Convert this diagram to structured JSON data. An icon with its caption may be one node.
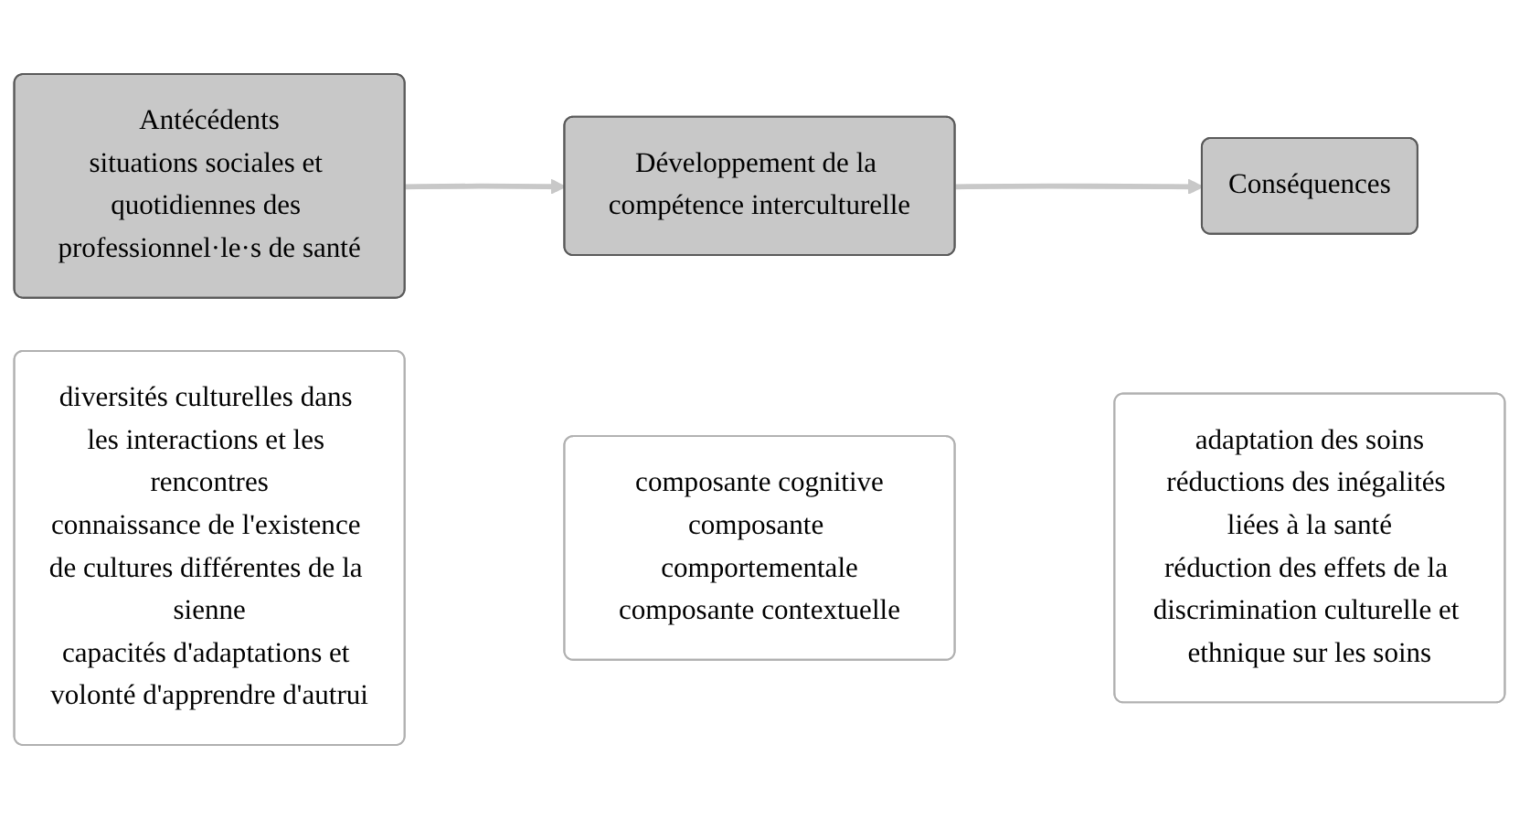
{
  "diagram": {
    "nodes": [
      {
        "text": [
          "Antécédents",
          "situations sociales et quotidiennes des professionnel·le·s de santé"
        ]
      },
      {
        "text": [
          "diversités culturelles dans les interactions et les rencontres",
          "connaissance de l'existence de cultures différentes de la sienne",
          "capacités d'adaptations et volonté d'apprendre d'autrui"
        ]
      },
      {
        "text": [
          "Développement de la compétence interculturelle"
        ]
      },
      {
        "text": [
          "composante cognitive",
          "composante comportementale",
          "composante contextuelle"
        ]
      },
      {
        "text": [
          "Conséquences"
        ]
      },
      {
        "text": [
          "adaptation des soins",
          "réductions des inégalités liées à la santé",
          "réduction des effets de la discrimination culturelle et ethnique sur les soins"
        ]
      }
    ],
    "edges": [
      {
        "from": 0,
        "to": 2,
        "arrow": "to"
      },
      {
        "from": 2,
        "to": 4,
        "arrow": "to"
      }
    ]
  }
}
